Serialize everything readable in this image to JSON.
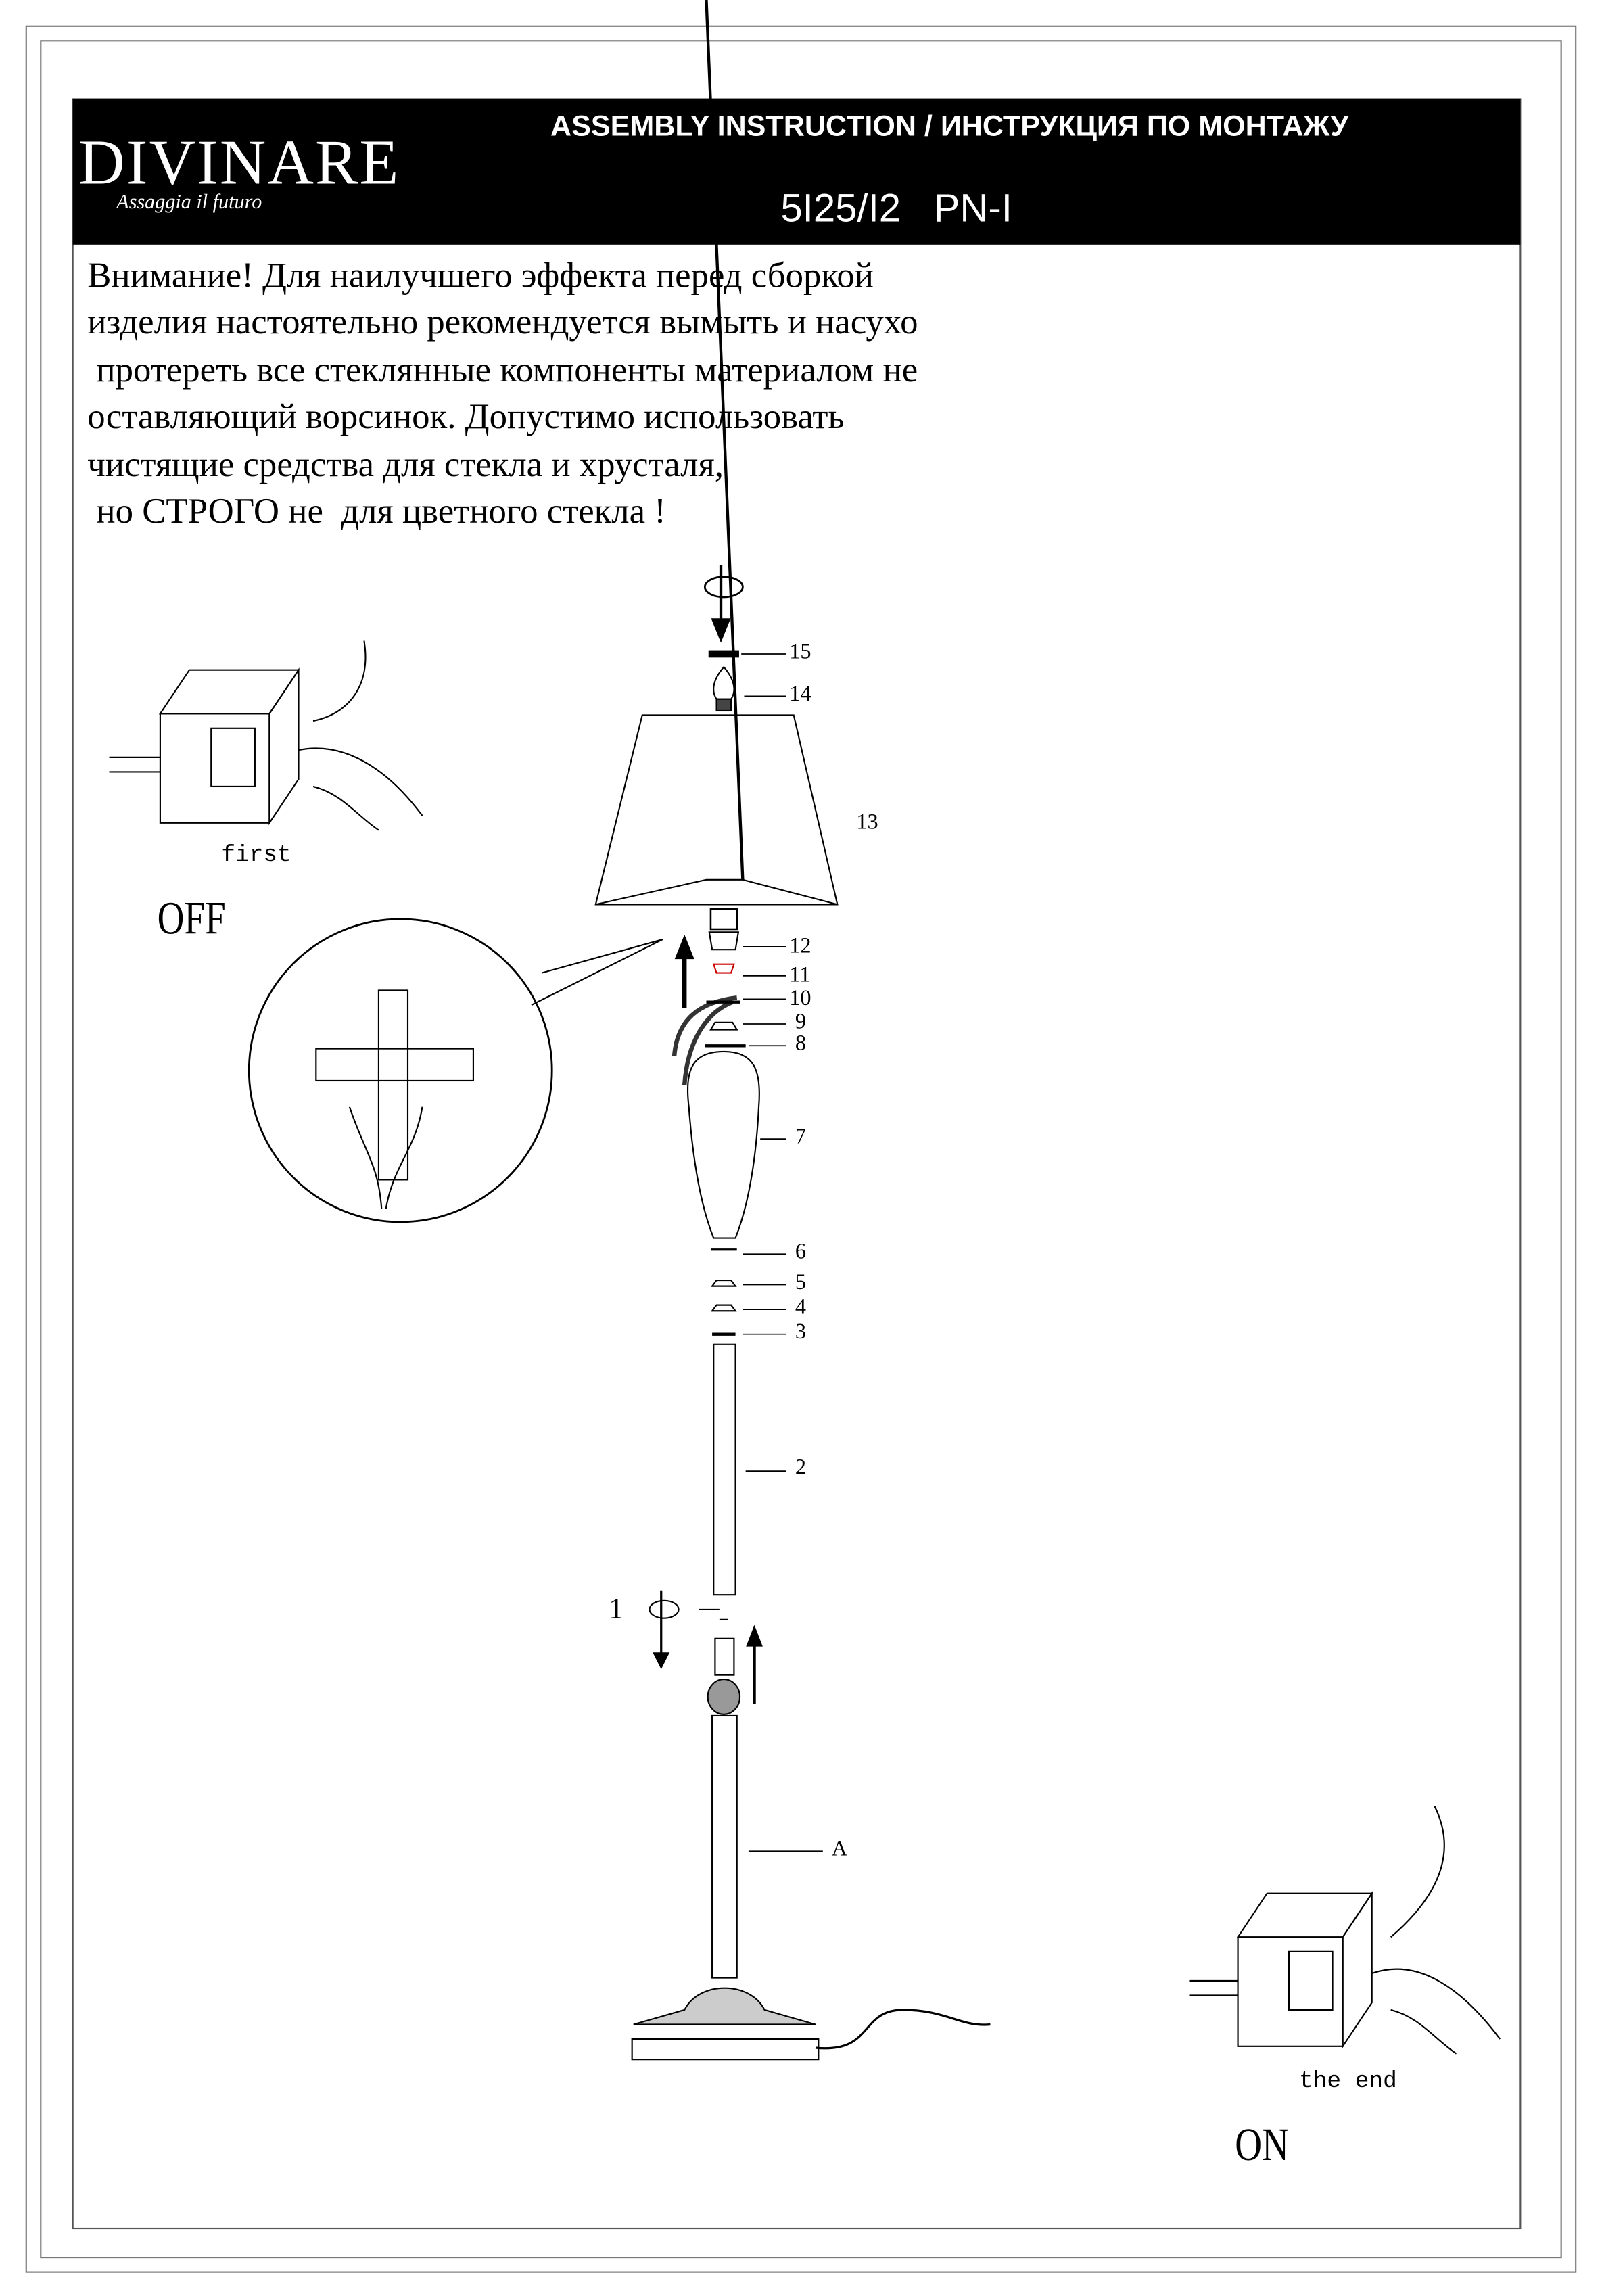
{
  "header": {
    "brand": "DIVINARE",
    "brand_tagline": "Assaggia il futuro",
    "title": "ASSEMBLY INSTRUCTION / ИНСТРУКЦИЯ ПО МОНТАЖУ",
    "model": "5I25/I2   PN-I"
  },
  "warning_lines": [
    "Внимание! Для наилучшего эффекта  перед сборкой",
    "изделия настоятельно рекомендуется вымыть и насухо",
    " протереть все стеклянные компоненты материалом не",
    "оставляющий ворсинок. Допустимо использовать",
    "чистящие средства для стекла и хрусталя,",
    " но СТРОГО не  для цветного стекла !"
  ],
  "switch_start": {
    "caption": "first",
    "state": "OFF"
  },
  "switch_end": {
    "caption": "the end",
    "state": "ON"
  },
  "part_labels": [
    "15",
    "14",
    "13",
    "12",
    "11",
    "10",
    "9",
    "8",
    "7",
    "6",
    "5",
    "4",
    "3",
    "2",
    "A",
    "1"
  ]
}
